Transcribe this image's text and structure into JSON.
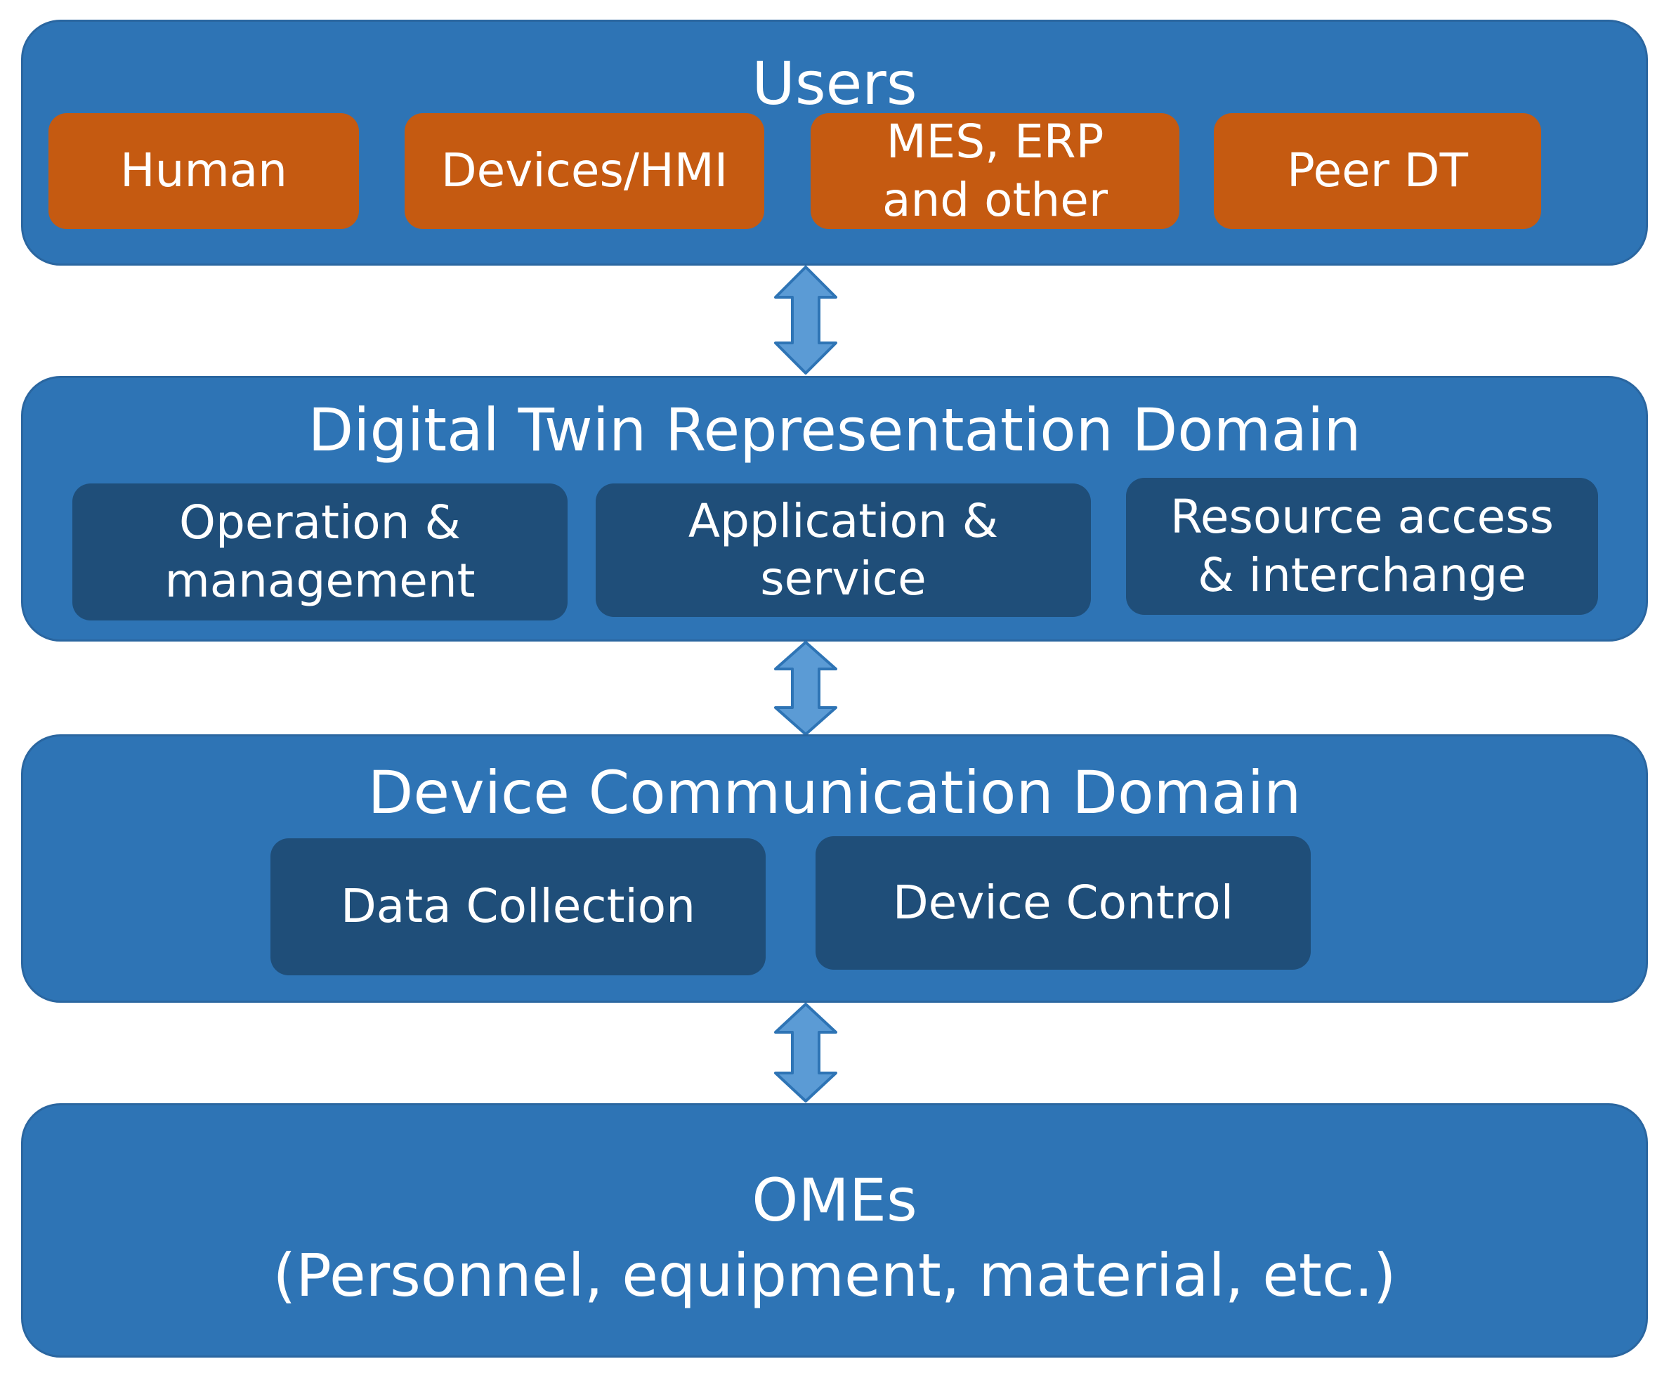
{
  "users": {
    "title": "Users",
    "items": [
      {
        "lines": [
          "Human"
        ]
      },
      {
        "lines": [
          "Devices/HMI"
        ]
      },
      {
        "lines": [
          "MES, ERP",
          "and other"
        ]
      },
      {
        "lines": [
          "Peer DT"
        ]
      }
    ]
  },
  "dt_domain": {
    "title": "Digital Twin Representation Domain",
    "items": [
      {
        "lines": [
          "Operation &",
          "management"
        ]
      },
      {
        "lines": [
          "Application &",
          "service"
        ]
      },
      {
        "lines": [
          "Resource access",
          "& interchange"
        ]
      }
    ]
  },
  "dc_domain": {
    "title": "Device Communication Domain",
    "items": [
      {
        "lines": [
          "Data Collection"
        ]
      },
      {
        "lines": [
          "Device Control"
        ]
      }
    ]
  },
  "omes": {
    "lines": [
      "OMEs",
      "(Personnel, equipment, material, etc.)"
    ]
  },
  "colors": {
    "layer_fill": "#2e74b5",
    "user_box_fill": "#c55a11",
    "domain_box_fill": "#1f4e79",
    "arrow_fill": "#5b9bd5",
    "arrow_stroke": "#2e74b5",
    "text": "#ffffff"
  }
}
